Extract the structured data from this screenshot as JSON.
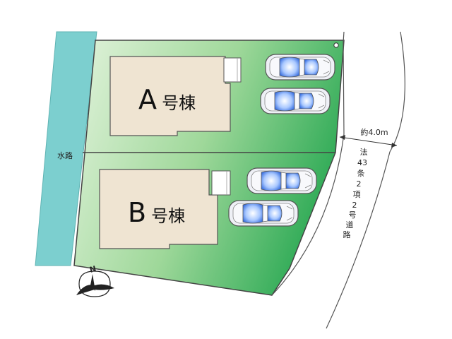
{
  "map": {
    "water_label": "水路",
    "building_a": {
      "letter": "A",
      "suffix": "号棟"
    },
    "building_b": {
      "letter": "B",
      "suffix": "号棟"
    },
    "road_width": "約4.0m",
    "road_type_chars": [
      "法",
      "43",
      "条",
      "2",
      "項",
      "2",
      "号",
      "道",
      "路"
    ],
    "compass_letter": "N",
    "colors": {
      "water": "#7fcfcf",
      "lot_light": "#dff2d8",
      "lot_dark": "#3fb060",
      "building": "#efe4d2",
      "car_body": "#e8e8f0"
    }
  }
}
